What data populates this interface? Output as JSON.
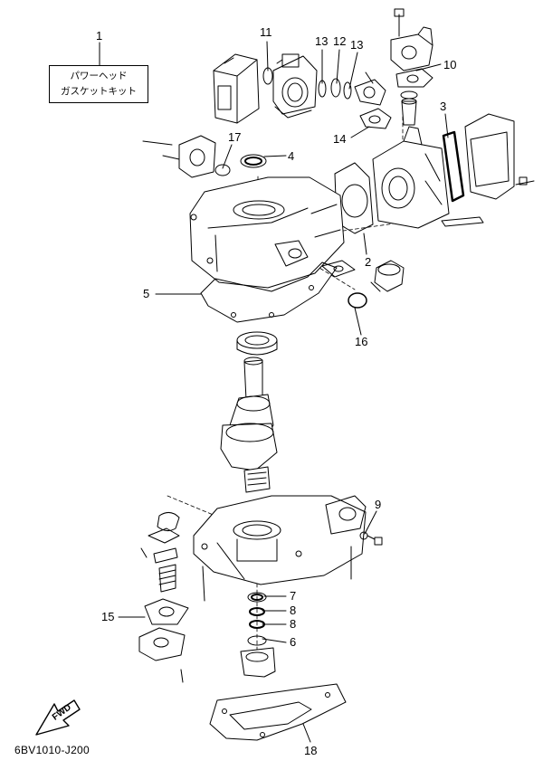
{
  "kit_label": {
    "line1": "パワーヘッド",
    "line2": "ガスケットキット"
  },
  "callouts": [
    {
      "id": "c1",
      "label": "1"
    },
    {
      "id": "c11",
      "label": "11"
    },
    {
      "id": "c13a",
      "label": "13"
    },
    {
      "id": "c12",
      "label": "12"
    },
    {
      "id": "c13b",
      "label": "13"
    },
    {
      "id": "c10",
      "label": "10"
    },
    {
      "id": "c3",
      "label": "3"
    },
    {
      "id": "c17",
      "label": "17"
    },
    {
      "id": "c4",
      "label": "4"
    },
    {
      "id": "c14",
      "label": "14"
    },
    {
      "id": "c2",
      "label": "2"
    },
    {
      "id": "c5",
      "label": "5"
    },
    {
      "id": "c16",
      "label": "16"
    },
    {
      "id": "c9",
      "label": "9"
    },
    {
      "id": "c7",
      "label": "7"
    },
    {
      "id": "c8a",
      "label": "8"
    },
    {
      "id": "c8b",
      "label": "8"
    },
    {
      "id": "c15",
      "label": "15"
    },
    {
      "id": "c6",
      "label": "6"
    },
    {
      "id": "c18",
      "label": "18"
    }
  ],
  "fwd_arrow_text": "FWD",
  "drawing_code": "6BV1010-J200"
}
